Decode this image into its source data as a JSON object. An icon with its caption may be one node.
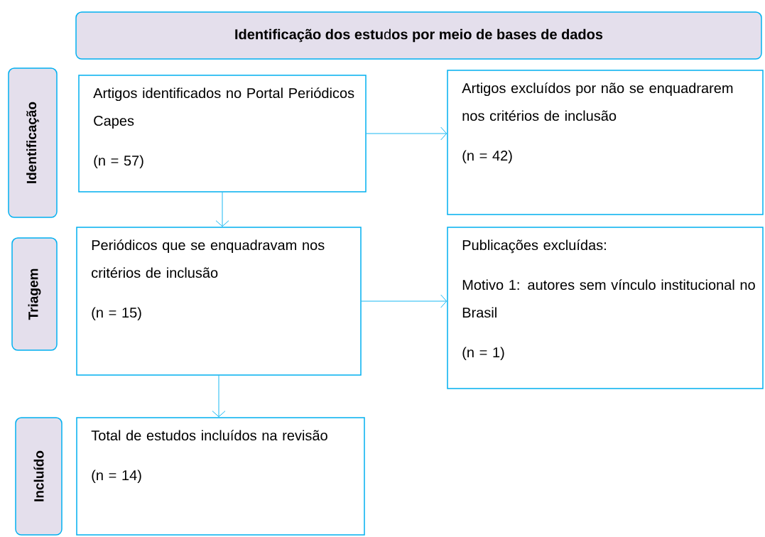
{
  "diagram": {
    "nodes": [
      {
        "text": [
          "**Identificação dos estu**d**os por meio de bases de dados**"
        ]
      },
      {
        "text": [
          "Identificação"
        ]
      },
      {
        "text": [
          "Artigos identificados no Portal Periódicos Capes",
          "(n = 57)"
        ]
      },
      {
        "text": [
          "Artigos excluídos por não se enquadrarem nos critérios de inclusão",
          "(n = 42)"
        ]
      },
      {
        "text": [
          "Triagem"
        ]
      },
      {
        "text": [
          "Periódicos que se enquadravam nos critérios de inclusão",
          "(n = 15)"
        ]
      },
      {
        "text": [
          "Publicações excluídas:",
          "Motivo 1: autores sem vínculo institucional no Brasil",
          "(n = 1)"
        ]
      },
      {
        "text": [
          "Incluído"
        ]
      },
      {
        "text": [
          "Total de estudos incluídos na revisão",
          "(n = 14)"
        ]
      }
    ],
    "edges": [
      {
        "from": 2,
        "to": 3,
        "arrow": "to"
      },
      {
        "from": 2,
        "to": 5,
        "arrow": "to"
      },
      {
        "from": 5,
        "to": 6,
        "arrow": "to"
      },
      {
        "from": 5,
        "to": 8,
        "arrow": "to"
      }
    ]
  }
}
